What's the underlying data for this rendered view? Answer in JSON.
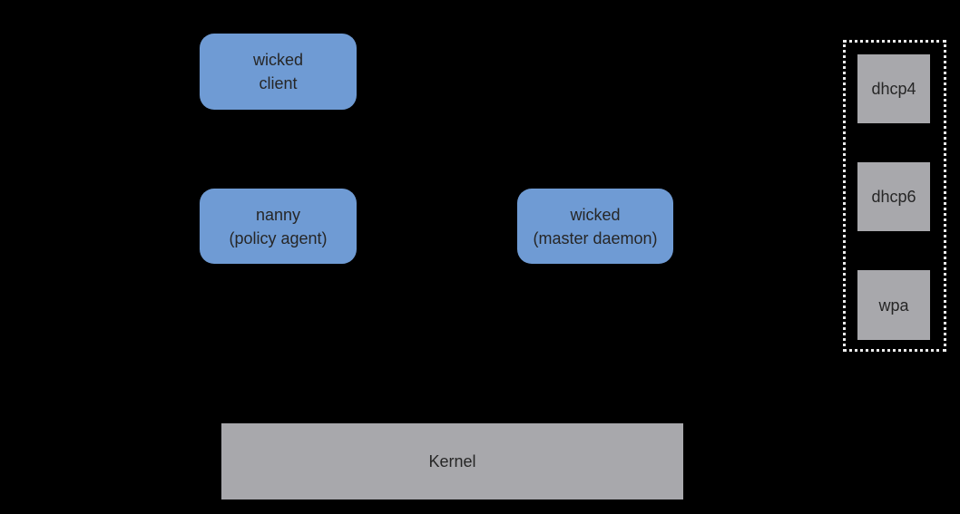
{
  "diagram": {
    "background": "#000000",
    "colors": {
      "component_blue": "#6f9bd4",
      "component_gray": "#a8a8ac",
      "label_text": "#262626",
      "supplicants_border": "#ededed"
    },
    "nodes": {
      "wicked_client": {
        "line1": "wicked",
        "line2": "client"
      },
      "nanny": {
        "line1": "nanny",
        "line2": "(policy agent)"
      },
      "wicked_master": {
        "line1": "wicked",
        "line2": "(master daemon)"
      },
      "supplicants": {
        "dhcp4": "dhcp4",
        "dhcp6": "dhcp6",
        "wpa": "wpa"
      },
      "kernel": "Kernel"
    }
  }
}
